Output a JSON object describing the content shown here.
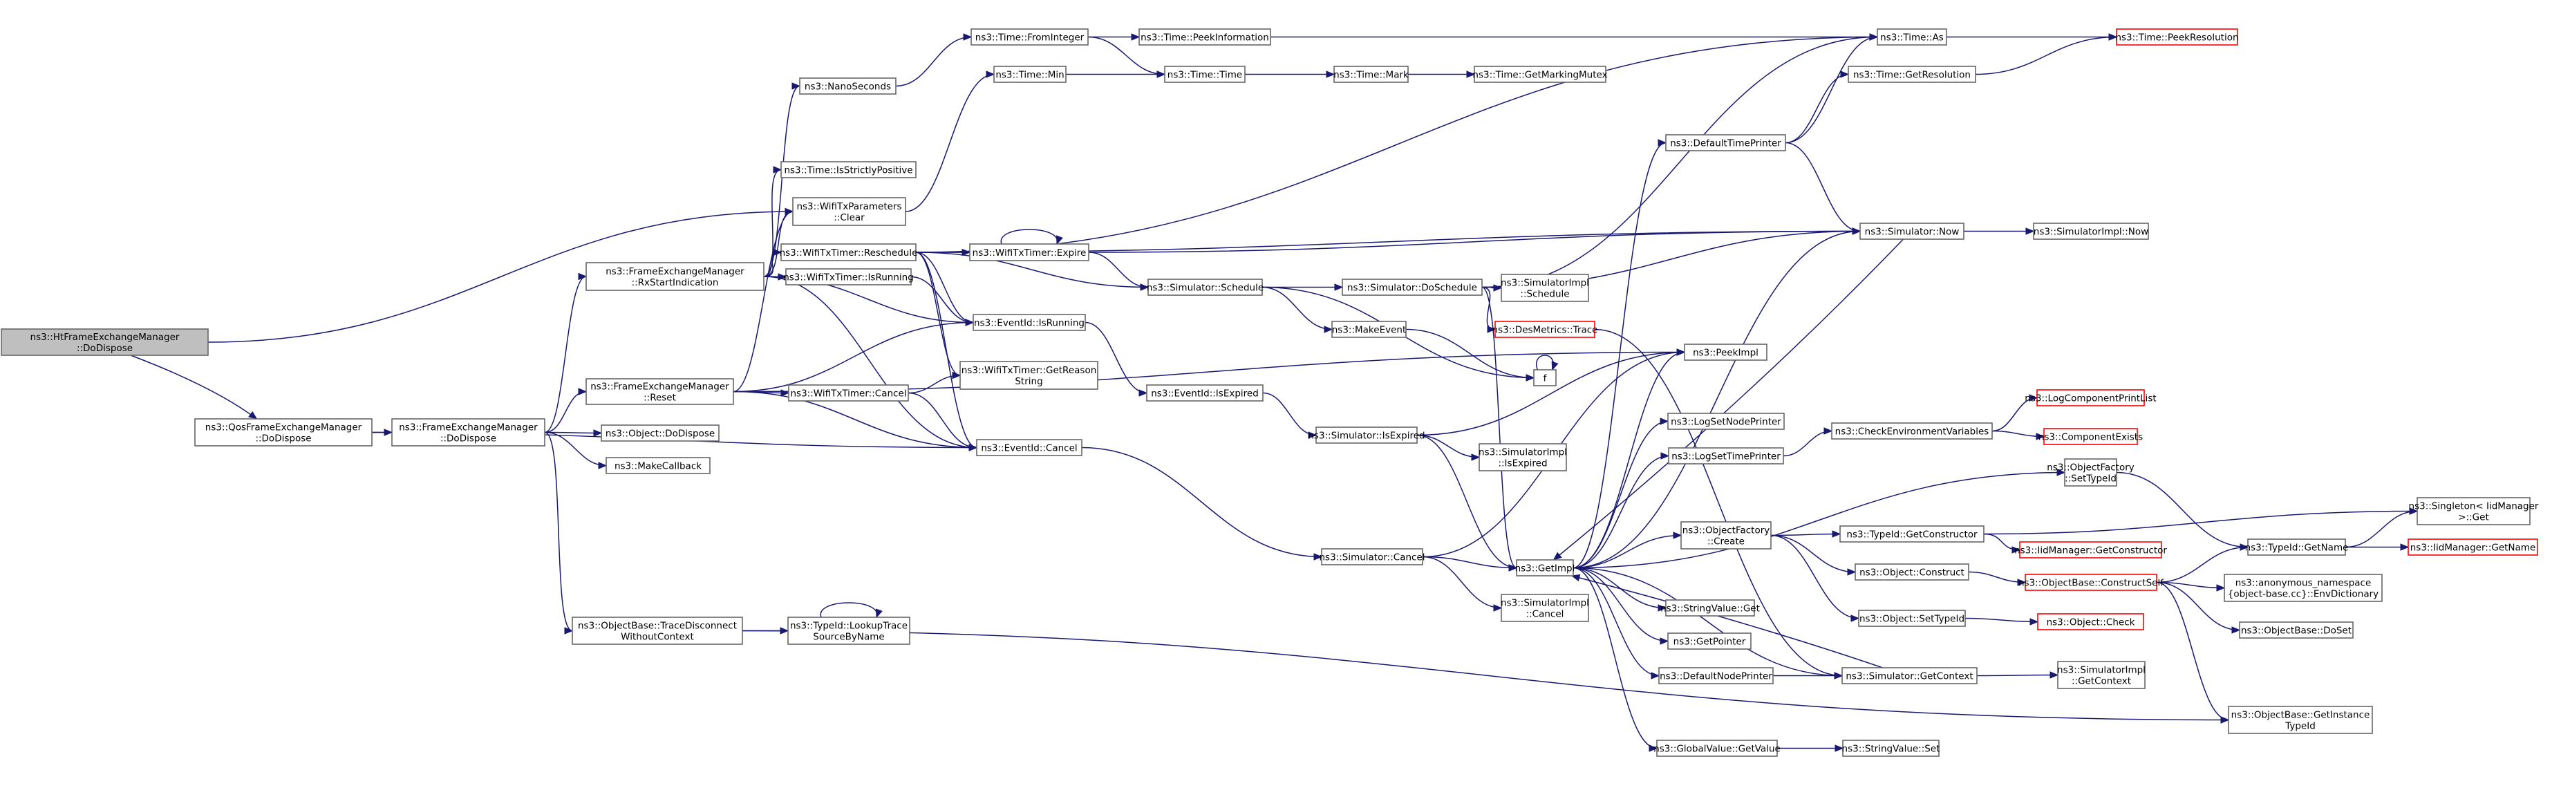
{
  "graph": {
    "root": "ns3::HtFrameExchangeManager\n::DoDispose",
    "nodes": [
      {
        "id": "HtDoDispose",
        "label": "ns3::HtFrameExchangeManager\n::DoDispose",
        "root": true
      },
      {
        "id": "QosDoDispose",
        "label": "ns3::QosFrameExchangeManager\n::DoDispose"
      },
      {
        "id": "FemDoDispose",
        "label": "ns3::FrameExchangeManager\n::DoDispose"
      },
      {
        "id": "RxStart",
        "label": "ns3::FrameExchangeManager\n::RxStartIndication"
      },
      {
        "id": "FemReset",
        "label": "ns3::FrameExchangeManager\n::Reset"
      },
      {
        "id": "ObjDoDispose",
        "label": "ns3::Object::DoDispose"
      },
      {
        "id": "MakeCallback",
        "label": "ns3::MakeCallback"
      },
      {
        "id": "TraceDisc",
        "label": "ns3::ObjectBase::TraceDisconnect\nWithoutContext"
      },
      {
        "id": "NanoSeconds",
        "label": "ns3::NanoSeconds"
      },
      {
        "id": "IsStrictlyPositive",
        "label": "ns3::Time::IsStrictlyPositive"
      },
      {
        "id": "WtpClear",
        "label": "ns3::WifiTxParameters\n::Clear"
      },
      {
        "id": "Reschedule",
        "label": "ns3::WifiTxTimer::Reschedule"
      },
      {
        "id": "TimerIsRunning",
        "label": "ns3::WifiTxTimer::IsRunning"
      },
      {
        "id": "TimerCancel",
        "label": "ns3::WifiTxTimer::Cancel"
      },
      {
        "id": "LookupTrace",
        "label": "ns3::TypeId::LookupTrace\nSourceByName"
      },
      {
        "id": "FromInteger",
        "label": "ns3::Time::FromInteger"
      },
      {
        "id": "TimeMin",
        "label": "ns3::Time::Min"
      },
      {
        "id": "Expire",
        "label": "ns3::WifiTxTimer::Expire"
      },
      {
        "id": "EvIsRunning",
        "label": "ns3::EventId::IsRunning"
      },
      {
        "id": "GetReason",
        "label": "ns3::WifiTxTimer::GetReason\nString"
      },
      {
        "id": "EvCancel",
        "label": "ns3::EventId::Cancel"
      },
      {
        "id": "PeekInfo",
        "label": "ns3::Time::PeekInformation"
      },
      {
        "id": "TimeTime",
        "label": "ns3::Time::Time"
      },
      {
        "id": "SimSchedule",
        "label": "ns3::Simulator::Schedule"
      },
      {
        "id": "EvIsExpired",
        "label": "ns3::EventId::IsExpired"
      },
      {
        "id": "TimeMark",
        "label": "ns3::Time::Mark"
      },
      {
        "id": "DoSchedule",
        "label": "ns3::Simulator::DoSchedule"
      },
      {
        "id": "MakeEvent",
        "label": "ns3::MakeEvent"
      },
      {
        "id": "SimIsExpired",
        "label": "ns3::Simulator::IsExpired"
      },
      {
        "id": "SimCancel",
        "label": "ns3::Simulator::Cancel"
      },
      {
        "id": "GetMarkingMutex",
        "label": "ns3::Time::GetMarkingMutex"
      },
      {
        "id": "SimImplSchedule",
        "label": "ns3::SimulatorImpl\n::Schedule"
      },
      {
        "id": "DesTrace",
        "label": "ns3::DesMetrics::Trace",
        "red": true
      },
      {
        "id": "F",
        "label": "f"
      },
      {
        "id": "SimImplIsExpired",
        "label": "ns3::SimulatorImpl\n::IsExpired"
      },
      {
        "id": "GetImpl",
        "label": "ns3::GetImpl"
      },
      {
        "id": "SimImplCancel",
        "label": "ns3::SimulatorImpl\n::Cancel"
      },
      {
        "id": "TimeAs",
        "label": "ns3::Time::As"
      },
      {
        "id": "PeekResolution",
        "label": "ns3::Time::PeekResolution",
        "red": true
      },
      {
        "id": "GetResolution",
        "label": "ns3::Time::GetResolution"
      },
      {
        "id": "DefaultTimePrinter",
        "label": "ns3::DefaultTimePrinter"
      },
      {
        "id": "SimNow",
        "label": "ns3::Simulator::Now"
      },
      {
        "id": "SimImplNow",
        "label": "ns3::SimulatorImpl::Now"
      },
      {
        "id": "PeekImpl",
        "label": "ns3::PeekImpl"
      },
      {
        "id": "LogSetNodePrinter",
        "label": "ns3::LogSetNodePrinter"
      },
      {
        "id": "LogSetTimePrinter",
        "label": "ns3::LogSetTimePrinter"
      },
      {
        "id": "CheckEnv",
        "label": "ns3::CheckEnvironmentVariables"
      },
      {
        "id": "LogCompPrint",
        "label": "ns3::LogComponentPrintList",
        "red": true
      },
      {
        "id": "CompExists",
        "label": "ns3::ComponentExists",
        "red": true
      },
      {
        "id": "OfSetTypeId",
        "label": "ns3::ObjectFactory\n::SetTypeId"
      },
      {
        "id": "OfCreate",
        "label": "ns3::ObjectFactory\n::Create"
      },
      {
        "id": "GetConstructor",
        "label": "ns3::TypeId::GetConstructor"
      },
      {
        "id": "IidGetConstructor",
        "label": "ns3::IidManager::GetConstructor",
        "red": true
      },
      {
        "id": "ObjConstruct",
        "label": "ns3::Object::Construct"
      },
      {
        "id": "ObjSetTypeId",
        "label": "ns3::Object::SetTypeId"
      },
      {
        "id": "ObjCheck",
        "label": "ns3::Object::Check",
        "red": true
      },
      {
        "id": "ConstructSelf",
        "label": "ns3::ObjectBase::ConstructSelf",
        "red": true
      },
      {
        "id": "SingletonGet",
        "label": "ns3::Singleton< IidManager\n>::Get"
      },
      {
        "id": "TypeIdGetName",
        "label": "ns3::TypeId::GetName"
      },
      {
        "id": "IidGetName",
        "label": "ns3::IidManager::GetName",
        "red": true
      },
      {
        "id": "EnvDict",
        "label": "ns3::anonymous_namespace\n{object-base.cc}::EnvDictionary"
      },
      {
        "id": "ObDoSet",
        "label": "ns3::ObjectBase::DoSet"
      },
      {
        "id": "StringValueGet",
        "label": "ns3::StringValue::Get"
      },
      {
        "id": "GetPointer",
        "label": "ns3::GetPointer"
      },
      {
        "id": "DefaultNodePrinter",
        "label": "ns3::DefaultNodePrinter"
      },
      {
        "id": "SimGetContext",
        "label": "ns3::Simulator::GetContext"
      },
      {
        "id": "SimImplGetContext",
        "label": "ns3::SimulatorImpl\n::GetContext"
      },
      {
        "id": "GetInstanceTypeId",
        "label": "ns3::ObjectBase::GetInstance\nTypeId"
      },
      {
        "id": "GvGetValue",
        "label": "ns3::GlobalValue::GetValue"
      },
      {
        "id": "StringValueSet",
        "label": "ns3::StringValue::Set"
      }
    ],
    "edges": [
      [
        "HtDoDispose",
        "QosDoDispose"
      ],
      [
        "HtDoDispose",
        "WtpClear"
      ],
      [
        "QosDoDispose",
        "FemDoDispose"
      ],
      [
        "QosDoDispose",
        "EvCancel"
      ],
      [
        "FemDoDispose",
        "RxStart"
      ],
      [
        "FemDoDispose",
        "FemReset"
      ],
      [
        "FemDoDispose",
        "ObjDoDispose"
      ],
      [
        "FemDoDispose",
        "MakeCallback"
      ],
      [
        "FemDoDispose",
        "TraceDisc"
      ],
      [
        "RxStart",
        "NanoSeconds"
      ],
      [
        "RxStart",
        "IsStrictlyPositive"
      ],
      [
        "RxStart",
        "WtpClear"
      ],
      [
        "RxStart",
        "Reschedule"
      ],
      [
        "RxStart",
        "TimerIsRunning"
      ],
      [
        "RxStart",
        "EvIsRunning"
      ],
      [
        "RxStart",
        "EvCancel"
      ],
      [
        "FemReset",
        "WtpClear"
      ],
      [
        "FemReset",
        "TimerCancel"
      ],
      [
        "FemReset",
        "EvIsRunning"
      ],
      [
        "FemReset",
        "EvCancel"
      ],
      [
        "FemReset",
        "PeekImpl"
      ],
      [
        "TraceDisc",
        "LookupTrace"
      ],
      [
        "TraceDisc",
        "GetInstanceTypeId"
      ],
      [
        "LookupTrace",
        "LookupTrace"
      ],
      [
        "NanoSeconds",
        "FromInteger"
      ],
      [
        "WtpClear",
        "TimeMin"
      ],
      [
        "Reschedule",
        "Expire"
      ],
      [
        "Reschedule",
        "SimSchedule"
      ],
      [
        "Reschedule",
        "EvIsRunning"
      ],
      [
        "Reschedule",
        "GetReason"
      ],
      [
        "Reschedule",
        "EvCancel"
      ],
      [
        "Reschedule",
        "SimNow"
      ],
      [
        "Reschedule",
        "TimeAs"
      ],
      [
        "TimerIsRunning",
        "EvIsRunning"
      ],
      [
        "TimerCancel",
        "EvCancel"
      ],
      [
        "TimerCancel",
        "GetReason"
      ],
      [
        "FromInteger",
        "PeekInfo"
      ],
      [
        "FromInteger",
        "TimeTime"
      ],
      [
        "TimeMin",
        "TimeTime"
      ],
      [
        "Expire",
        "Expire"
      ],
      [
        "Expire",
        "SimSchedule"
      ],
      [
        "Expire",
        "SimNow"
      ],
      [
        "EvIsRunning",
        "EvIsExpired"
      ],
      [
        "EvCancel",
        "SimCancel"
      ],
      [
        "PeekInfo",
        "PeekResolution"
      ],
      [
        "TimeTime",
        "TimeMark"
      ],
      [
        "TimeMark",
        "GetMarkingMutex"
      ],
      [
        "SimSchedule",
        "DoSchedule"
      ],
      [
        "SimSchedule",
        "MakeEvent"
      ],
      [
        "SimSchedule",
        "F"
      ],
      [
        "EvIsExpired",
        "SimIsExpired"
      ],
      [
        "DoSchedule",
        "SimImplSchedule"
      ],
      [
        "DoSchedule",
        "DesTrace"
      ],
      [
        "DoSchedule",
        "GetImpl"
      ],
      [
        "DoSchedule",
        "SimNow"
      ],
      [
        "DoSchedule",
        "TimeAs"
      ],
      [
        "MakeEvent",
        "F"
      ],
      [
        "F",
        "F"
      ],
      [
        "SimIsExpired",
        "SimImplIsExpired"
      ],
      [
        "SimIsExpired",
        "GetImpl"
      ],
      [
        "SimIsExpired",
        "PeekImpl"
      ],
      [
        "SimCancel",
        "GetImpl"
      ],
      [
        "SimCancel",
        "SimImplCancel"
      ],
      [
        "SimCancel",
        "PeekImpl"
      ],
      [
        "DesTrace",
        "SimGetContext"
      ],
      [
        "GetImpl",
        "DefaultTimePrinter"
      ],
      [
        "GetImpl",
        "SimNow"
      ],
      [
        "GetImpl",
        "PeekImpl"
      ],
      [
        "GetImpl",
        "LogSetNodePrinter"
      ],
      [
        "GetImpl",
        "LogSetTimePrinter"
      ],
      [
        "GetImpl",
        "OfSetTypeId"
      ],
      [
        "GetImpl",
        "OfCreate"
      ],
      [
        "GetImpl",
        "StringValueGet"
      ],
      [
        "GetImpl",
        "GetPointer"
      ],
      [
        "GetImpl",
        "DefaultNodePrinter"
      ],
      [
        "GetImpl",
        "SimGetContext"
      ],
      [
        "GetImpl",
        "GvGetValue"
      ],
      [
        "DefaultTimePrinter",
        "TimeAs"
      ],
      [
        "DefaultTimePrinter",
        "GetResolution"
      ],
      [
        "DefaultTimePrinter",
        "SimNow"
      ],
      [
        "GetResolution",
        "PeekResolution"
      ],
      [
        "SimNow",
        "SimImplNow"
      ],
      [
        "SimNow",
        "GetImpl"
      ],
      [
        "LogSetTimePrinter",
        "CheckEnv"
      ],
      [
        "CheckEnv",
        "LogCompPrint"
      ],
      [
        "CheckEnv",
        "CompExists"
      ],
      [
        "OfSetTypeId",
        "TypeIdGetName"
      ],
      [
        "OfCreate",
        "GetConstructor"
      ],
      [
        "OfCreate",
        "ObjConstruct"
      ],
      [
        "OfCreate",
        "ObjSetTypeId"
      ],
      [
        "GetConstructor",
        "IidGetConstructor"
      ],
      [
        "GetConstructor",
        "SingletonGet"
      ],
      [
        "ObjConstruct",
        "ConstructSelf"
      ],
      [
        "ObjSetTypeId",
        "ObjCheck"
      ],
      [
        "ConstructSelf",
        "TypeIdGetName"
      ],
      [
        "ConstructSelf",
        "EnvDict"
      ],
      [
        "ConstructSelf",
        "ObDoSet"
      ],
      [
        "ConstructSelf",
        "GetInstanceTypeId"
      ],
      [
        "TypeIdGetName",
        "SingletonGet"
      ],
      [
        "TypeIdGetName",
        "IidGetName"
      ],
      [
        "DefaultNodePrinter",
        "SimGetContext"
      ],
      [
        "SimGetContext",
        "SimImplGetContext"
      ],
      [
        "SimGetContext",
        "GetImpl"
      ],
      [
        "GvGetValue",
        "StringValueSet"
      ]
    ]
  }
}
